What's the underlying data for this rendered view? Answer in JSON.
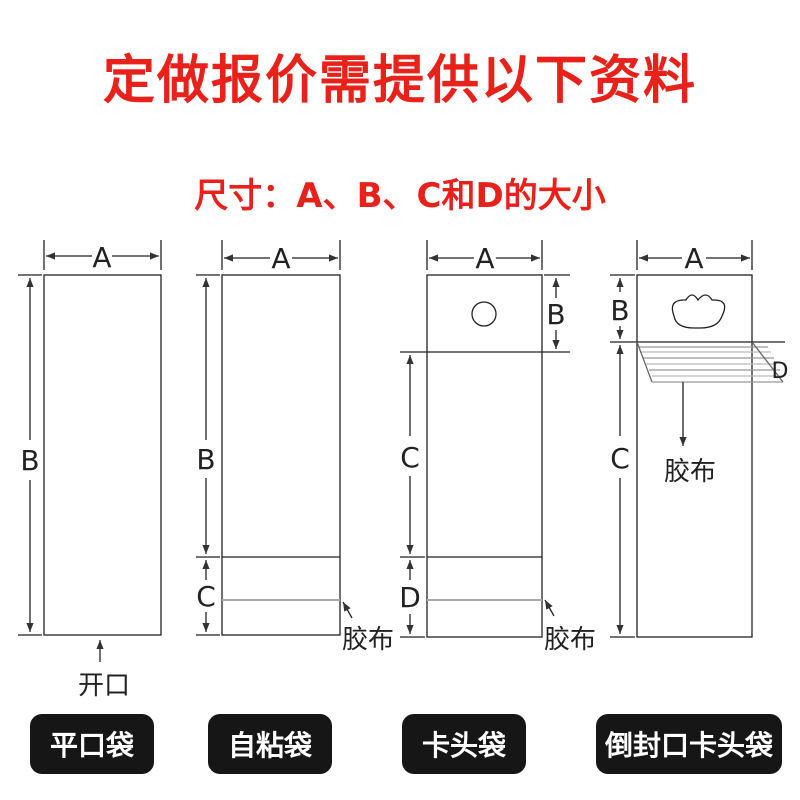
{
  "header": {
    "title": "定做报价需提供以下资料",
    "subtitle": "尺寸：A、B、C和D的大小"
  },
  "colors": {
    "accent": "#e8221b",
    "pill": "#161616"
  },
  "dim_labels": {
    "a": "A",
    "b": "B",
    "c": "C",
    "d": "D"
  },
  "annotations": {
    "opening": "开口",
    "tape": "胶布"
  },
  "bags": [
    {
      "name": "平口袋"
    },
    {
      "name": "自粘袋"
    },
    {
      "name": "卡头袋"
    },
    {
      "name": "倒封口卡头袋"
    }
  ]
}
